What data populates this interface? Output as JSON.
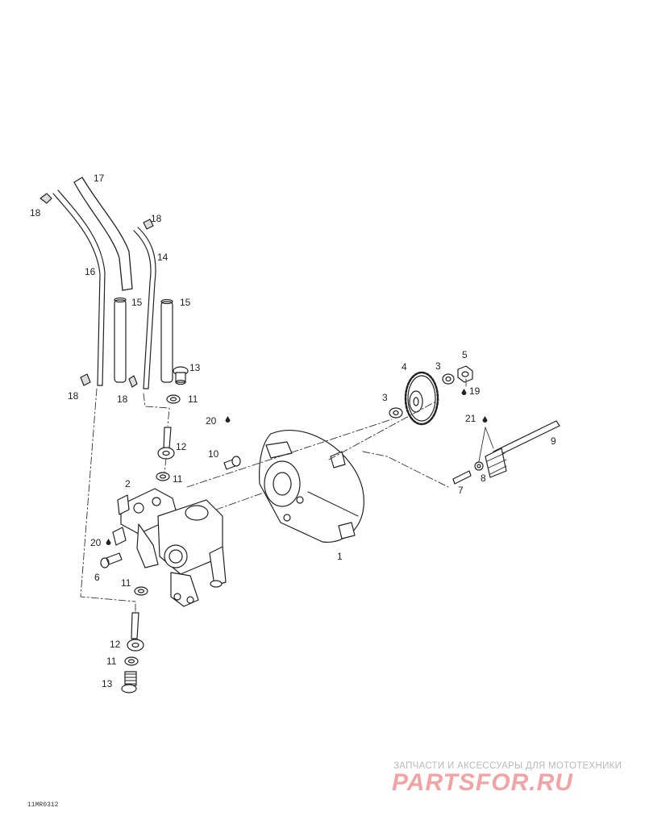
{
  "callouts": {
    "c1": "1",
    "c2": "2",
    "c3a": "3",
    "c3b": "3",
    "c4": "4",
    "c5": "5",
    "c6": "6",
    "c7": "7",
    "c8": "8",
    "c9": "9",
    "c10": "10",
    "c11a": "11",
    "c11b": "11",
    "c11c": "11",
    "c11d": "11",
    "c12a": "12",
    "c12b": "12",
    "c13a": "13",
    "c13b": "13",
    "c14": "14",
    "c15a": "15",
    "c15b": "15",
    "c16": "16",
    "c17": "17",
    "c18a": "18",
    "c18b": "18",
    "c18c": "18",
    "c18d": "18",
    "c19": "19",
    "c20a": "20",
    "c20b": "20",
    "c21": "21"
  },
  "drawing_code": "11MR0312",
  "watermark": {
    "subtitle": "ЗАПЧАСТИ И АКСЕССУАРЫ ДЛЯ МОТОТЕХНИКИ",
    "logo": "PARTSFOR.RU",
    "logo_color": "#f2a4a4"
  }
}
